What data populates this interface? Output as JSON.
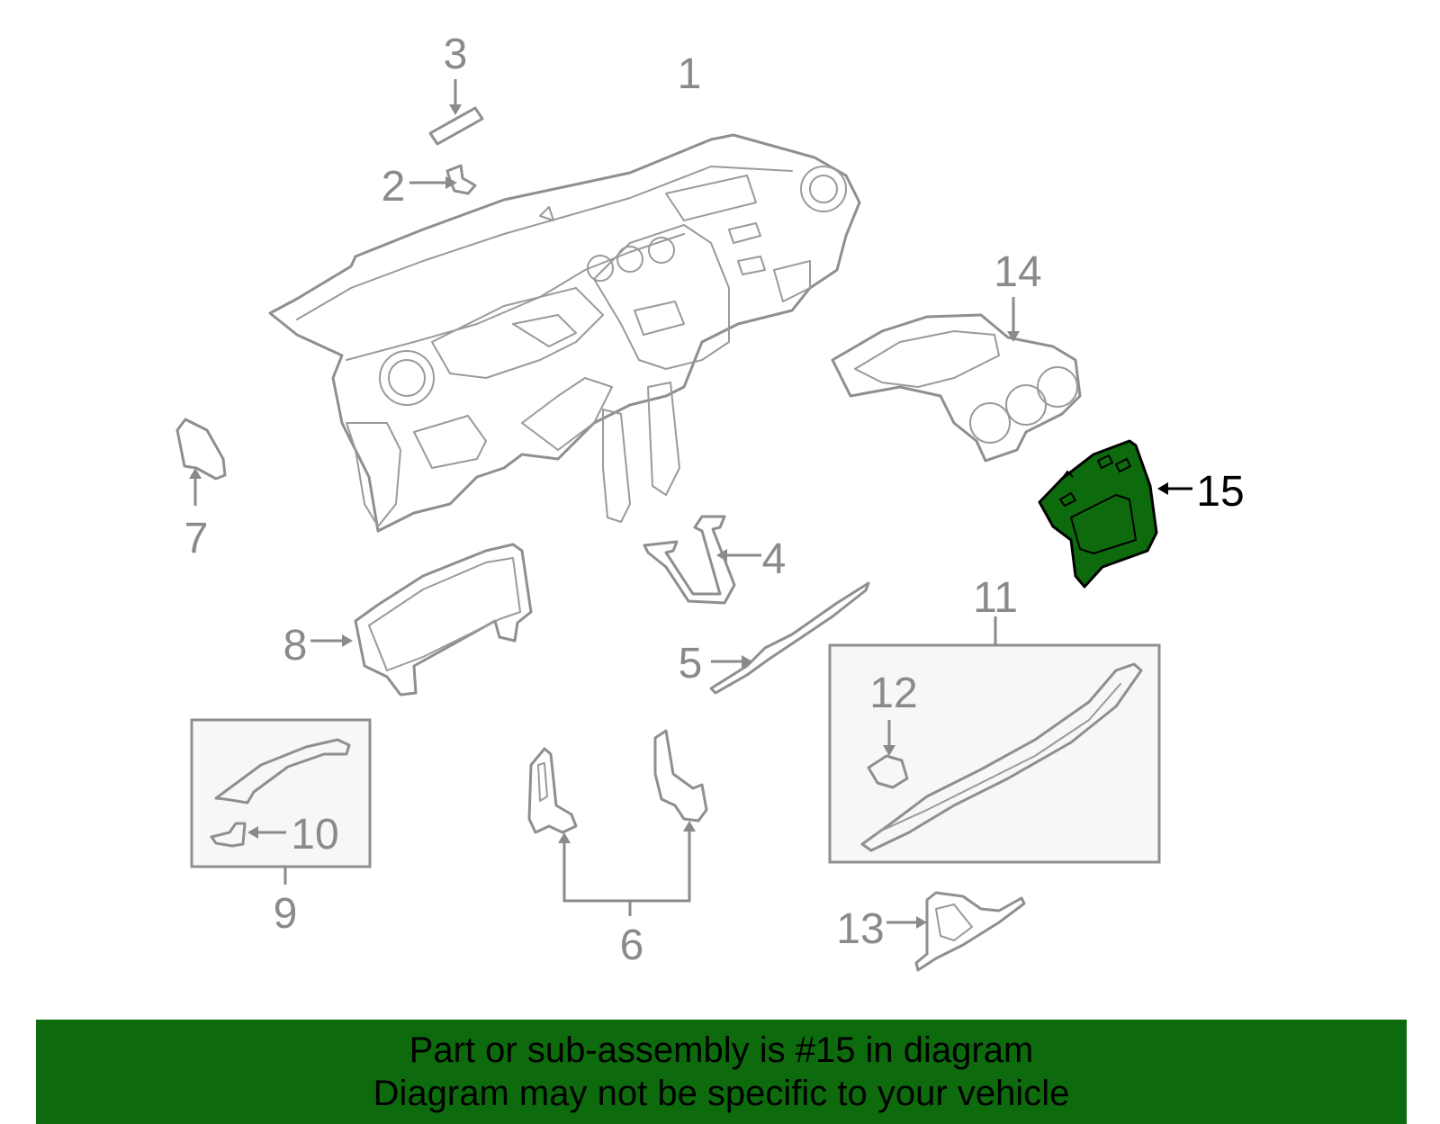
{
  "callouts": {
    "c1": "1",
    "c2": "2",
    "c3": "3",
    "c4": "4",
    "c5": "5",
    "c6": "6",
    "c7": "7",
    "c8": "8",
    "c9": "9",
    "c10": "10",
    "c11": "11",
    "c12": "12",
    "c13": "13",
    "c14": "14",
    "c15": "15"
  },
  "highlight": {
    "part_number": "15",
    "fill_color": "#0d6b0d",
    "outline_color": "#000000"
  },
  "colors": {
    "line_art": "#8f8f8f",
    "label_grey": "#8a8a8a",
    "banner_bg": "#0d6b0d",
    "box_bg": "#f7f7f7"
  },
  "banner": {
    "line1": "Part or sub-assembly is #15 in diagram",
    "line2": "Diagram may not be specific to your vehicle"
  }
}
